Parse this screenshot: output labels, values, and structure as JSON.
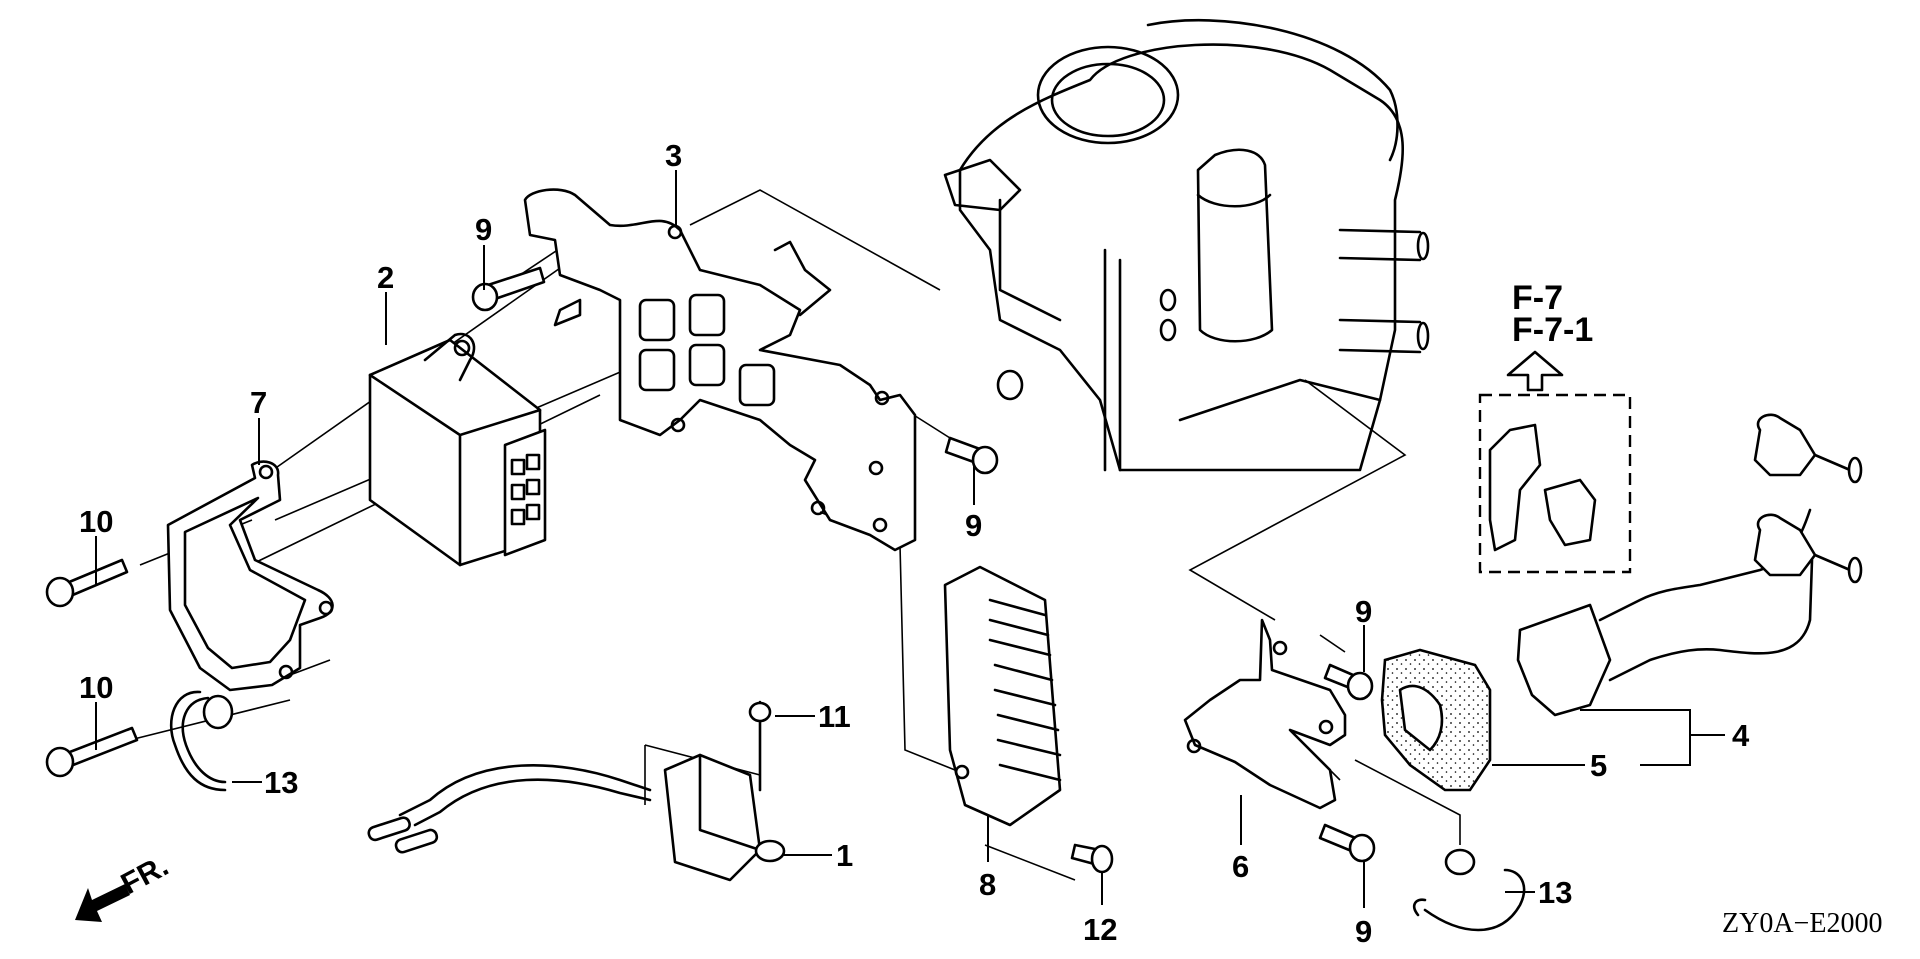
{
  "diagram": {
    "title": "Parts diagram – ignition / control unit mounting",
    "diagram_code": "ZY0A−E2000",
    "front_direction_label": "FR.",
    "reference_labels": [
      "F-7",
      "F-7-1"
    ],
    "callouts": [
      {
        "id": "c3",
        "label": "3",
        "part": "mounting-plate"
      },
      {
        "id": "c9a",
        "label": "9",
        "part": "flange-bolt"
      },
      {
        "id": "c2",
        "label": "2",
        "part": "control-unit"
      },
      {
        "id": "c7",
        "label": "7",
        "part": "unit-bracket"
      },
      {
        "id": "c10a",
        "label": "10",
        "part": "flange-bolt-long"
      },
      {
        "id": "c10b",
        "label": "10",
        "part": "flange-bolt-long"
      },
      {
        "id": "c13a",
        "label": "13",
        "part": "wire-clip"
      },
      {
        "id": "c11",
        "label": "11",
        "part": "screw"
      },
      {
        "id": "c1",
        "label": "1",
        "part": "module-with-harness"
      },
      {
        "id": "c8",
        "label": "8",
        "part": "regulator-heatsink"
      },
      {
        "id": "c12",
        "label": "12",
        "part": "push-rivet"
      },
      {
        "id": "c9b",
        "label": "9",
        "part": "flange-bolt"
      },
      {
        "id": "c9c",
        "label": "9",
        "part": "flange-bolt"
      },
      {
        "id": "c6",
        "label": "6",
        "part": "coil-bracket"
      },
      {
        "id": "c9d",
        "label": "9",
        "part": "flange-bolt"
      },
      {
        "id": "c13b",
        "label": "13",
        "part": "wire-clip"
      },
      {
        "id": "c5",
        "label": "5",
        "part": "coil-rubber-mount"
      },
      {
        "id": "c4",
        "label": "4",
        "part": "ignition-coil-assembly"
      }
    ]
  }
}
